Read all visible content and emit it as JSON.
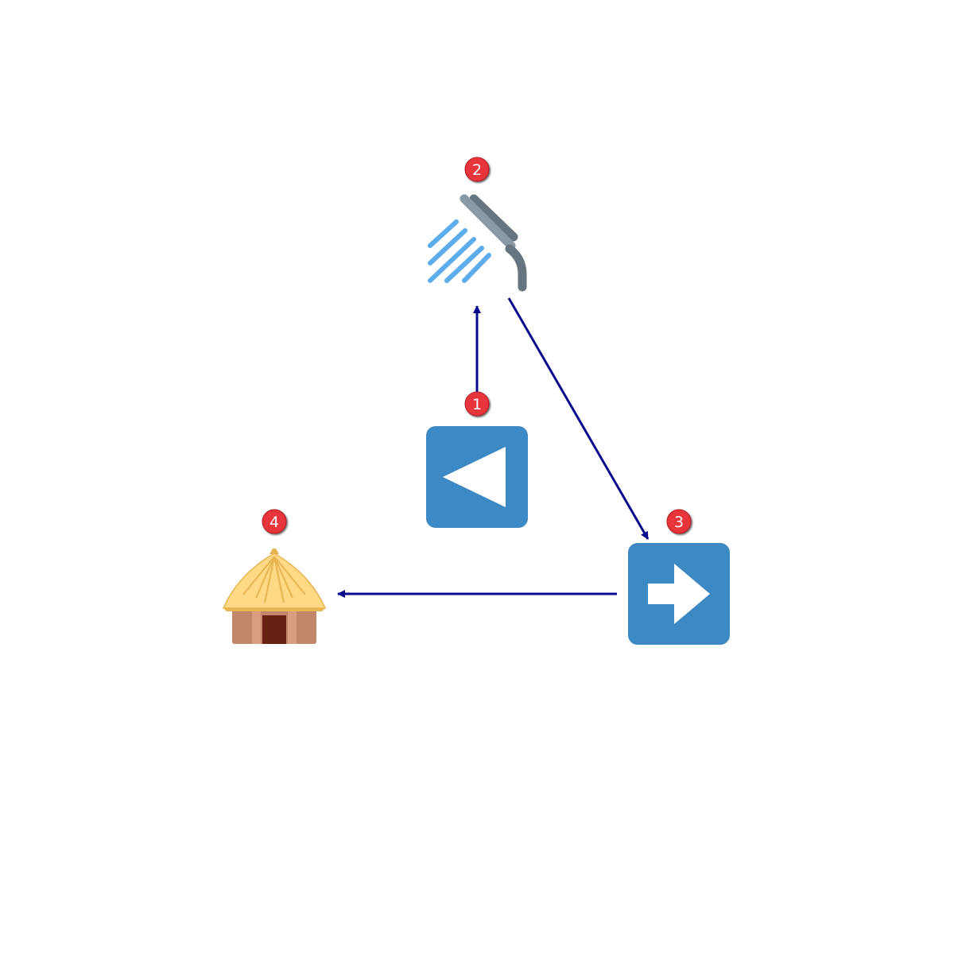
{
  "diagram": {
    "nodes": [
      {
        "id": 1,
        "badge": "1",
        "icon": "reverse-button-icon"
      },
      {
        "id": 2,
        "badge": "2",
        "icon": "shower-icon"
      },
      {
        "id": 3,
        "badge": "3",
        "icon": "right-arrow-button-icon"
      },
      {
        "id": 4,
        "badge": "4",
        "icon": "hut-icon"
      }
    ],
    "edges": [
      {
        "from": 1,
        "to": 2
      },
      {
        "from": 2,
        "to": 3
      },
      {
        "from": 3,
        "to": 4
      }
    ],
    "colors": {
      "edge": "#0a0a8c",
      "badge": "#e8343a",
      "button_blue": "#3d89c4",
      "water_blue": "#5dadec",
      "shower_gray": "#8a99a6",
      "shower_dark": "#66757f",
      "roof": "#ffd983",
      "roof_stroke": "#e6b450",
      "hut_wall": "#c1876a",
      "hut_door": "#662113"
    }
  }
}
